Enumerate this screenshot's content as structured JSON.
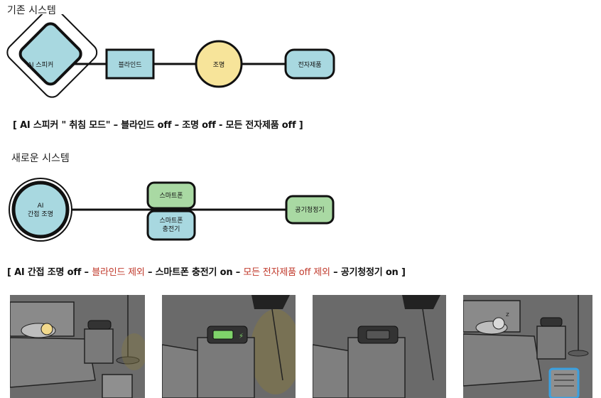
{
  "old_system": {
    "title": "기존 시스템",
    "nodes": {
      "speaker": "AI 스피커",
      "blind": "블라인드",
      "light": "조명",
      "appliance": "전자제품"
    },
    "flow": "[ AI 스피커 \" 취침 모드\" – 블라인드 off – 조명 off - 모든 전자제품 off ]"
  },
  "new_system": {
    "title": "새로운 시스템",
    "nodes": {
      "ai_light_line1": "AI",
      "ai_light_line2": "간접 조명",
      "smartphone": "스마트폰",
      "charger_line1": "스마트폰",
      "charger_line2": "충전기",
      "purifier": "공기청정기"
    },
    "flow": {
      "p1": "[ AI 간접 조명 off – ",
      "p2": "블라인드 제외",
      "p3": " – 스마트폰 충전기 on – ",
      "p4": "모든 전자제품 off 제외",
      "p5": " – 공기청정기 on ]"
    }
  },
  "colors": {
    "blue_node": "#a8d8e0",
    "yellow_node": "#f7e49a",
    "green_node": "#a9d9a3",
    "exception_red": "#c0392b",
    "panel_dark": "#6f6f6f"
  },
  "panels": [
    {
      "scene": "sleeping-person-bedroom"
    },
    {
      "scene": "phone-charging-on-nightstand"
    },
    {
      "scene": "nightstand-with-charger"
    },
    {
      "scene": "sleeping-with-air-purifier-on"
    }
  ]
}
